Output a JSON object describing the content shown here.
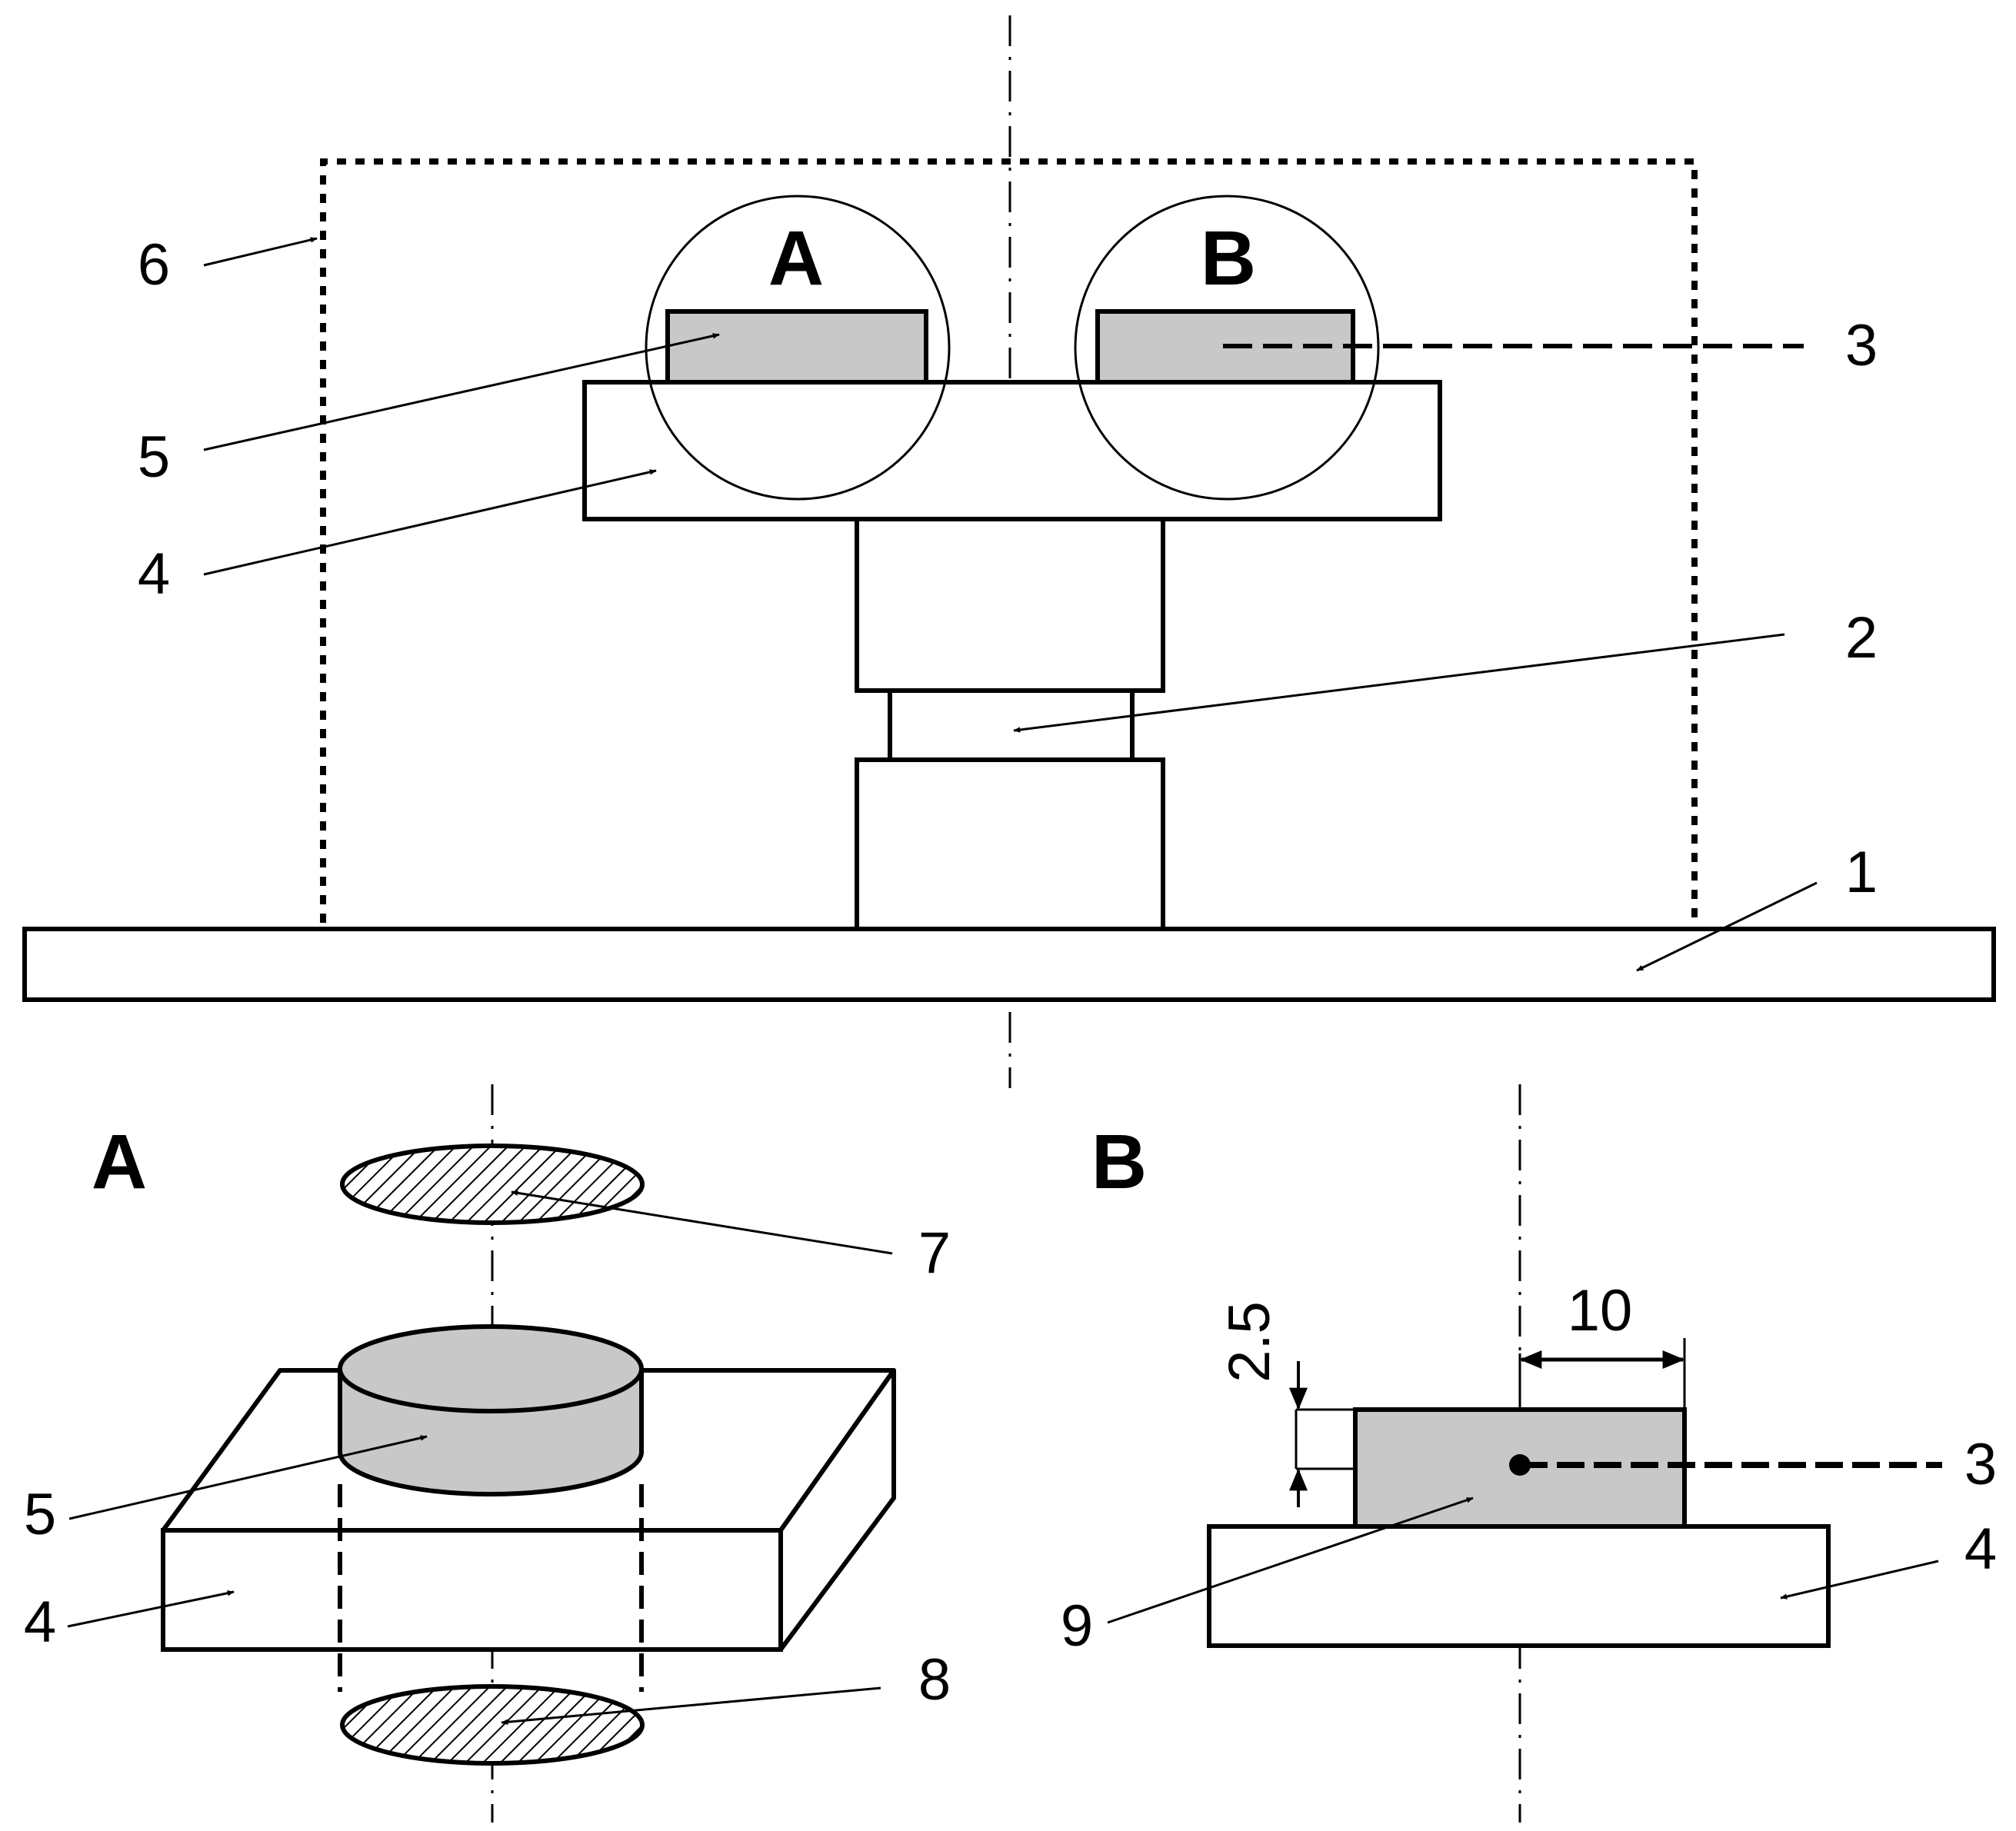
{
  "colors": {
    "stroke": "#000000",
    "sample_fill": "#c8c8c8",
    "background": "#ffffff"
  },
  "main_view": {
    "detail_a_label": "A",
    "detail_b_label": "B",
    "label_1": "1",
    "label_2": "2",
    "label_3": "3",
    "label_4": "4",
    "label_5": "5",
    "label_6": "6"
  },
  "detail_a": {
    "title": "A",
    "label_4": "4",
    "label_5": "5",
    "label_7": "7",
    "label_8": "8"
  },
  "detail_b": {
    "title": "B",
    "label_3": "3",
    "label_4": "4",
    "label_9": "9",
    "dim_width": "10",
    "dim_height": "2.5"
  }
}
